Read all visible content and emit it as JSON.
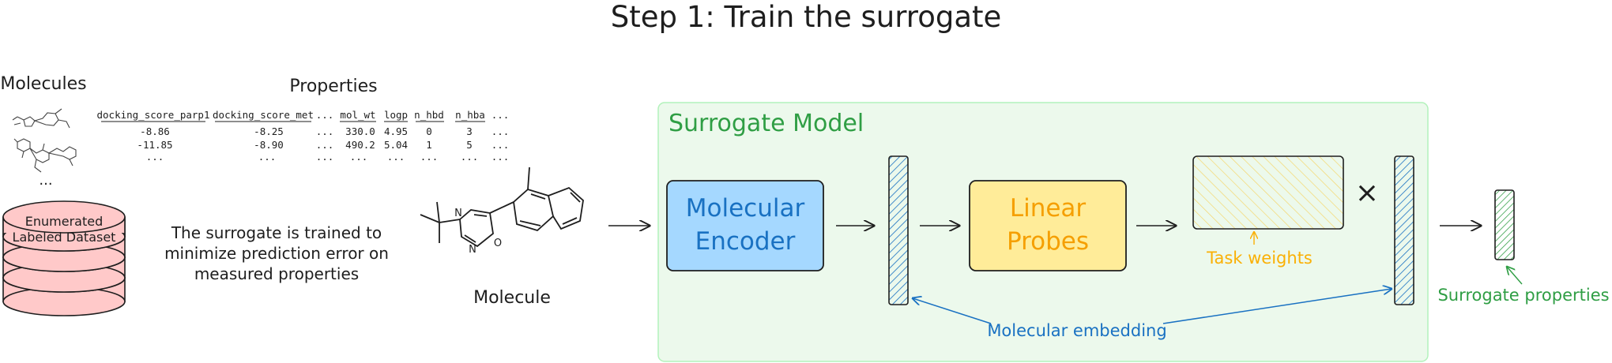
{
  "title": "Step 1: Train the surrogate",
  "left": {
    "molecules_heading": "Molecules",
    "properties_heading": "Properties",
    "more_molecules": "...",
    "dataset_label_line1": "Enumerated",
    "dataset_label_line2": "Labeled Dataset",
    "description_lines": [
      "The surrogate is trained to",
      "minimize prediction error on",
      "measured properties"
    ],
    "molecule_label": "Molecule"
  },
  "table": {
    "headers": [
      "docking_score_parp1",
      "docking_score_met",
      "...",
      "mol_wt",
      "logp",
      "n_hbd",
      "n_hba",
      "..."
    ],
    "rows": [
      [
        "-8.86",
        "-8.25",
        "...",
        "330.0",
        "4.95",
        "0",
        "3",
        "..."
      ],
      [
        "-11.85",
        "-8.90",
        "...",
        "490.2",
        "5.04",
        "1",
        "5",
        "..."
      ],
      [
        "...",
        "...",
        "...",
        "...",
        "...",
        "...",
        "...",
        "..."
      ]
    ]
  },
  "model": {
    "panel_title": "Surrogate Model",
    "encoder_line1": "Molecular",
    "encoder_line2": "Encoder",
    "probes_line1": "Linear",
    "probes_line2": "Probes",
    "task_weights_label": "Task weights",
    "multiply_symbol": "×",
    "embedding_label": "Molecular embedding"
  },
  "output": {
    "label": "Surrogate properties"
  },
  "colors": {
    "panel_fill": "#ecf9ec",
    "panel_stroke": "#b2f2bb",
    "green_text": "#2f9e44",
    "encoder_fill": "#a5d8ff",
    "encoder_text": "#1971c2",
    "probes_fill": "#ffec99",
    "probes_text": "#f59f00",
    "weights_text": "#fab005",
    "embedding_text": "#1971c2",
    "dataset_fill": "#ffc9c9",
    "vector_hatch": "#1971c2",
    "output_hatch": "#2f9e44"
  }
}
